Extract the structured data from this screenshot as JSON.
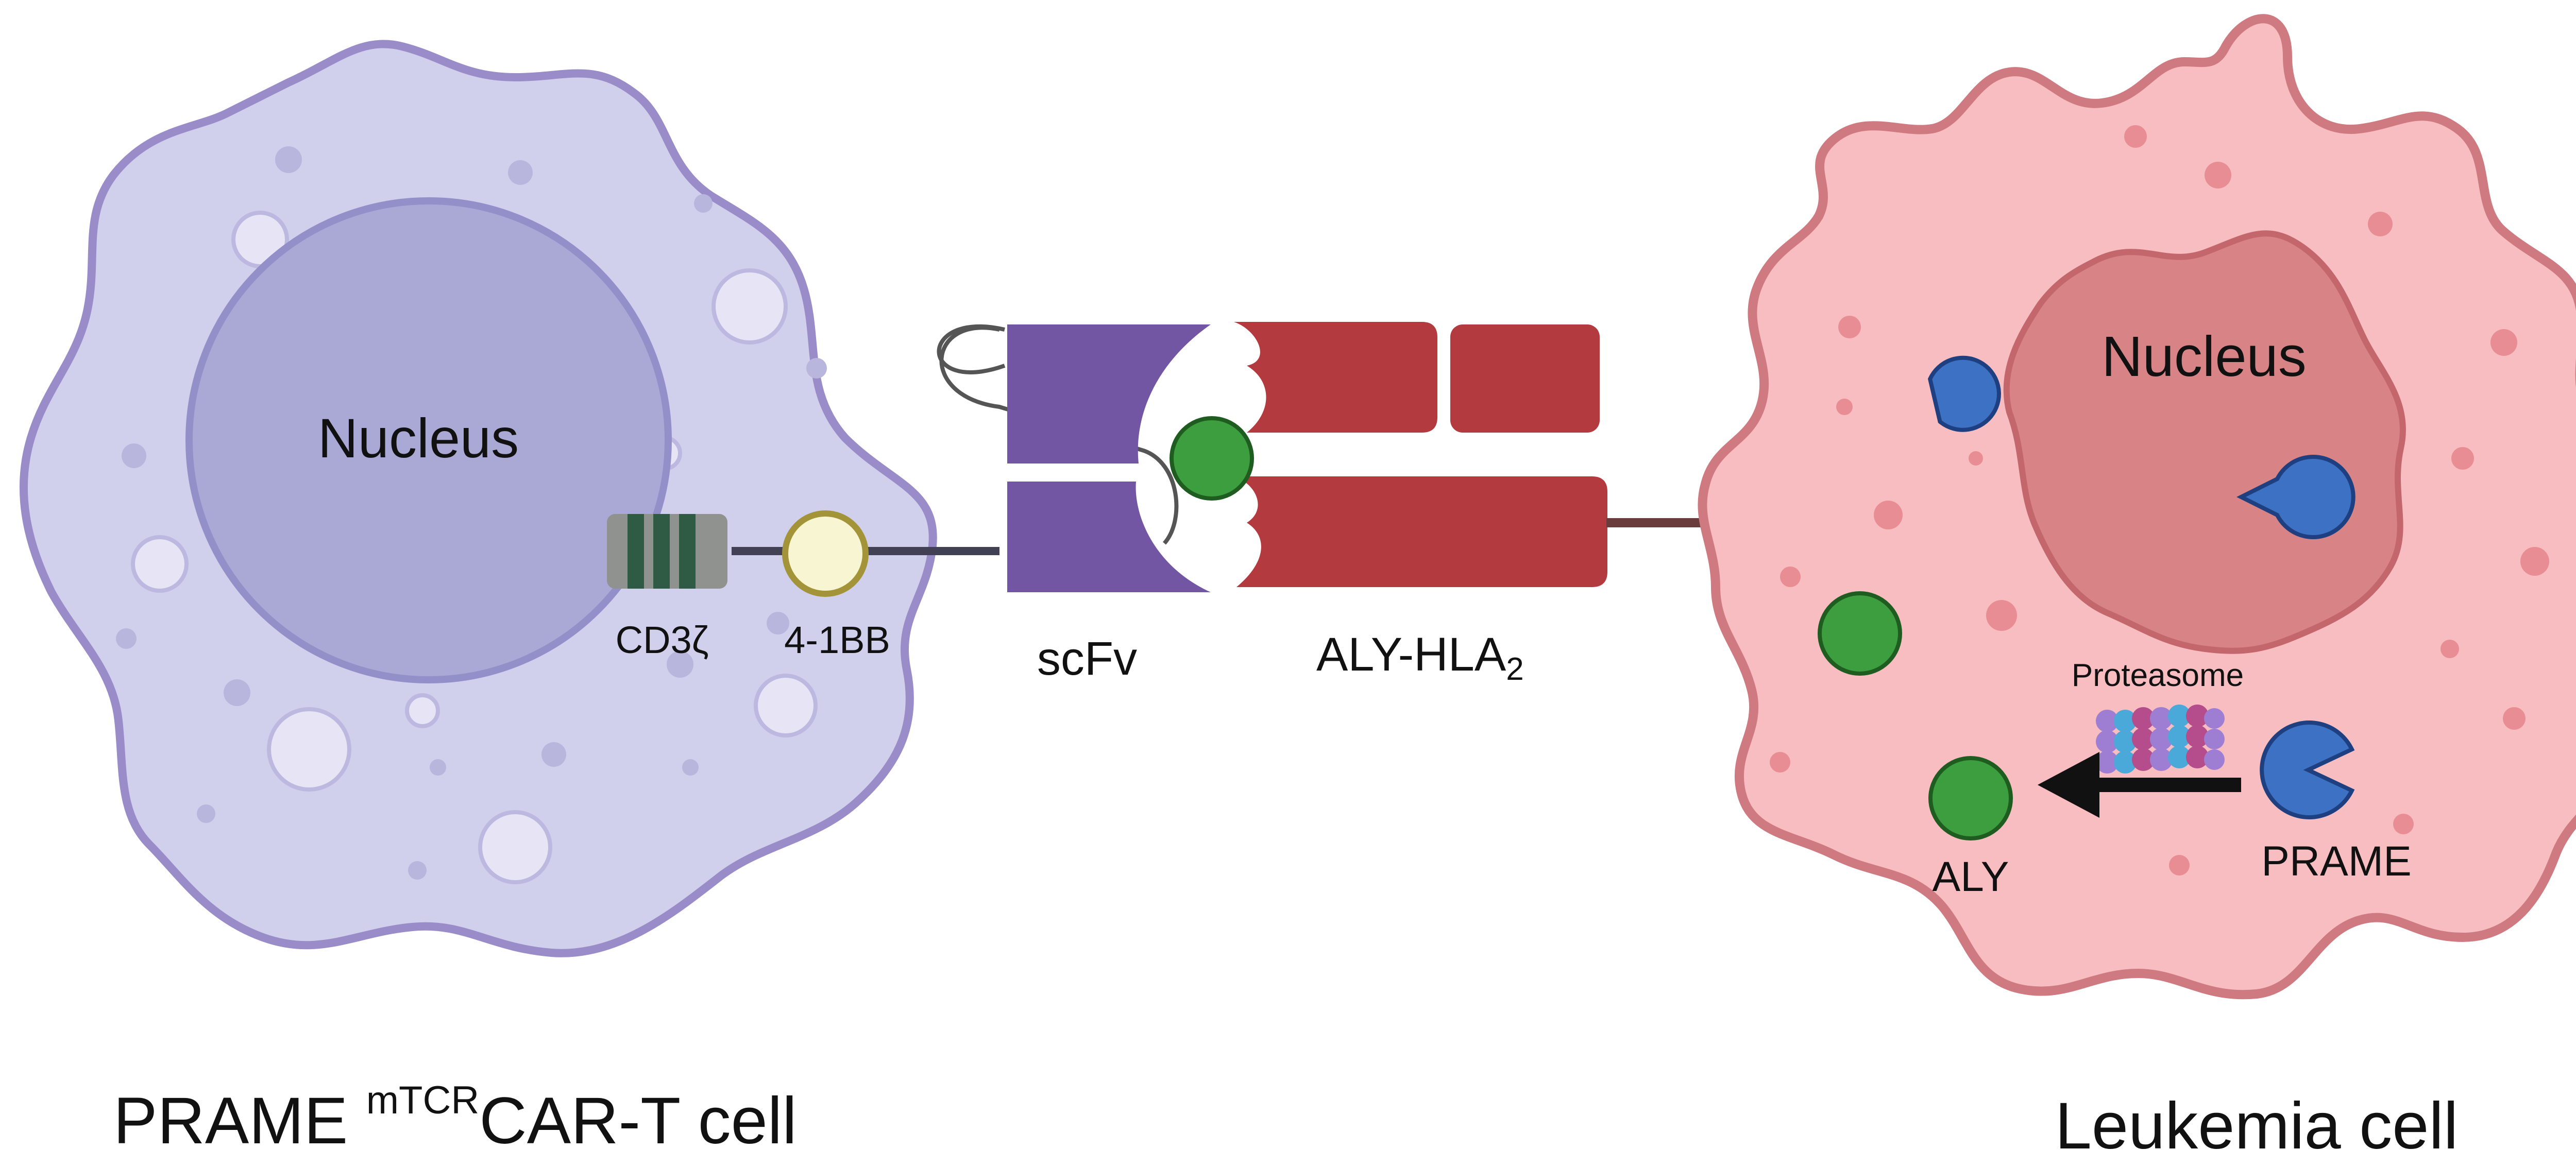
{
  "diagram": {
    "t_cell": {
      "nucleus_label": "Nucleus",
      "cd3z_label": "CD3ζ",
      "bb_label": "4-1BB",
      "caption_main": "PRAME ",
      "caption_sup": "mTCR",
      "caption_rest": "CAR-T cell"
    },
    "receptor": {
      "scfv_label": "scFv",
      "complex_label": "ALY-HLA",
      "complex_subscript": "2"
    },
    "leukemia_cell": {
      "nucleus_label": "Nucleus",
      "proteasome_label": "Proteasome",
      "aly_label": "ALY",
      "prame_label": "PRAME",
      "caption": "Leukemia cell"
    }
  },
  "colors": {
    "t_cell_fill": "#d0cfec",
    "t_cell_outline": "#9a8cc8",
    "t_nucleus_fill": "#aaa9d6",
    "leuk_fill": "#f8bdc0",
    "leuk_outline": "#cf7a80",
    "leuk_nucleus_fill": "#d88486",
    "scfv_purple": "#7356a3",
    "hla_red": "#b33b3f",
    "peptide_green": "#3d9e3f",
    "prame_blue": "#3c71c4",
    "cd3z_dark": "#2f5a43",
    "bb_yellow": "#f8f5d2"
  }
}
